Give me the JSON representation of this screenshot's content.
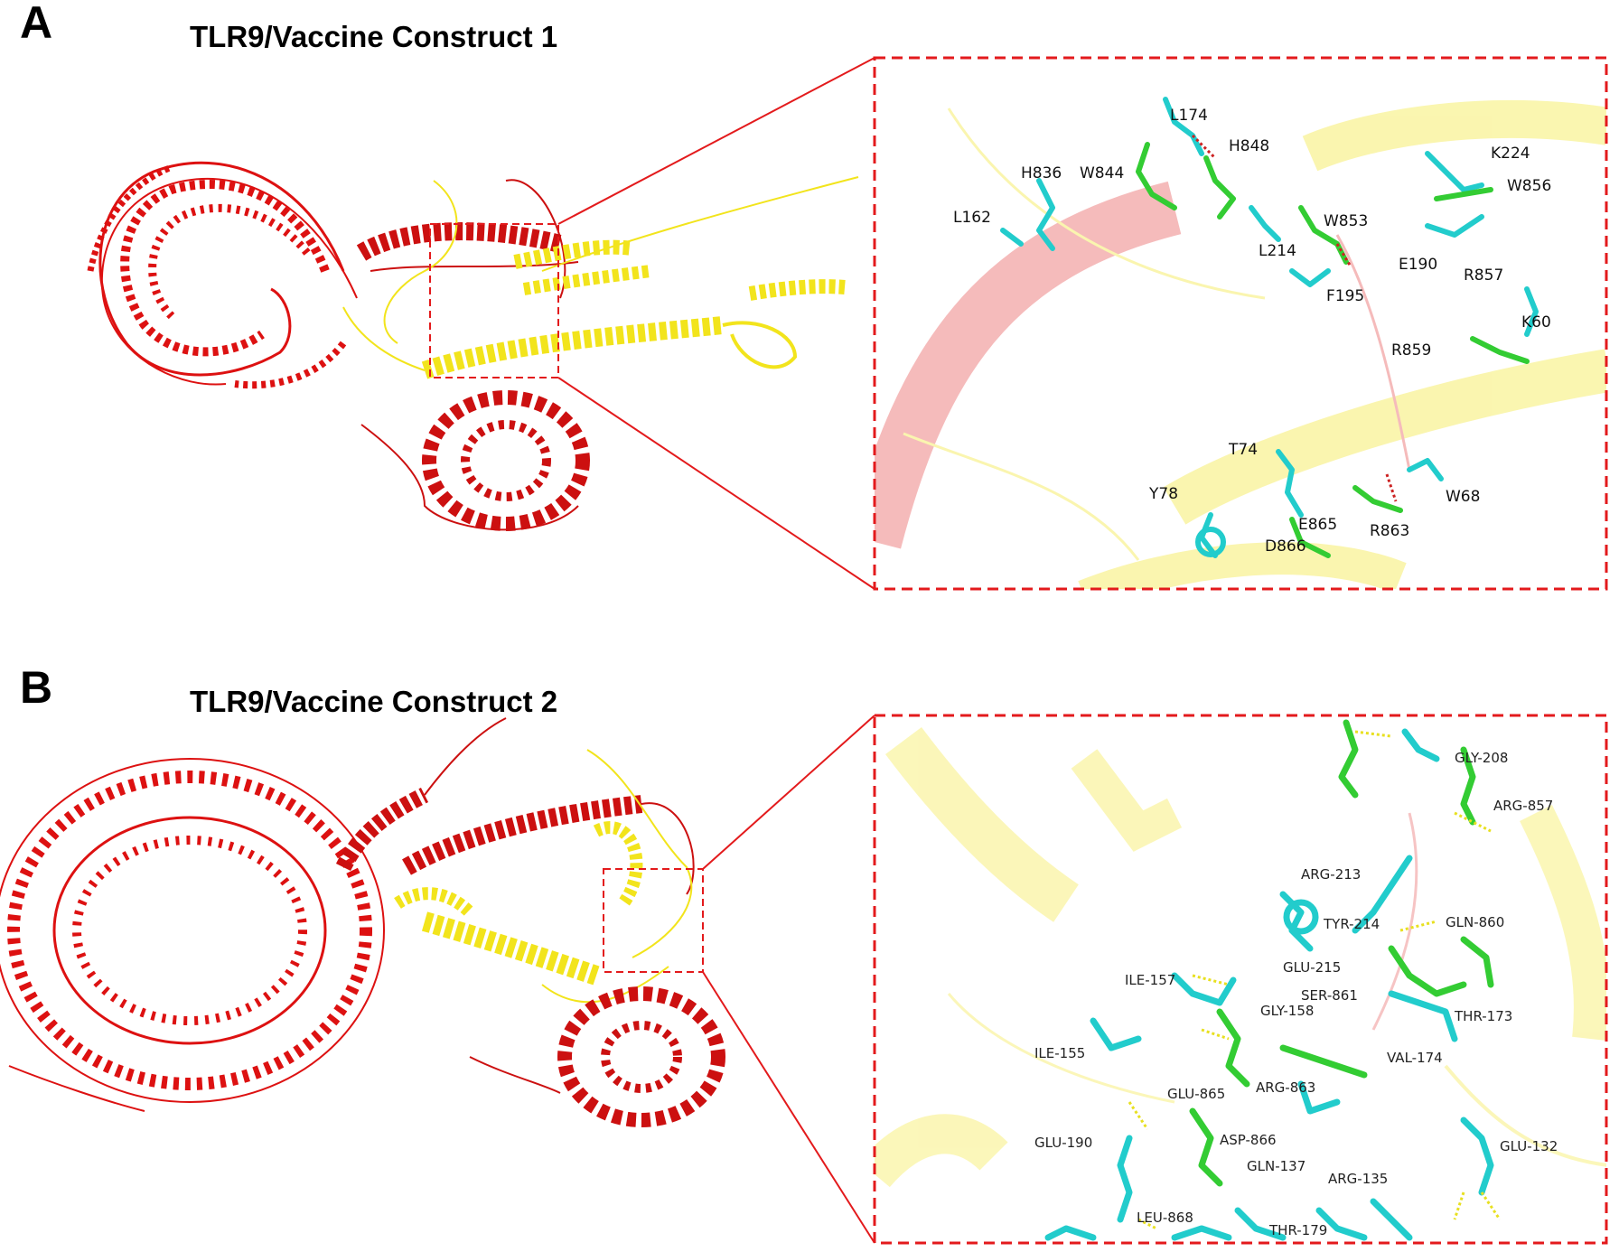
{
  "panels": [
    {
      "letter": "A",
      "title": "TLR9/Vaccine Construct 1",
      "residues": [
        "L174",
        "H848",
        "W844",
        "H836",
        "L162",
        "L214",
        "W853",
        "F195",
        "K224",
        "W856",
        "E190",
        "R857",
        "K60",
        "R859",
        "T74",
        "Y78",
        "E865",
        "D866",
        "R863",
        "W68"
      ]
    },
    {
      "letter": "B",
      "title": "TLR9/Vaccine Construct 2",
      "residues": [
        "GLY-208",
        "ARG-857",
        "ARG-213",
        "TYR-214",
        "GLN-860",
        "GLU-215",
        "SER-861",
        "THR-173",
        "ILE-157",
        "GLY-158",
        "ILE-155",
        "VAL-174",
        "ARG-863",
        "GLU-865",
        "GLU-190",
        "ASP-866",
        "GLN-137",
        "ARG-135",
        "GLU-132",
        "LEU-868",
        "THR-179"
      ]
    }
  ],
  "colors": {
    "tlr9_chain": "#dd1111",
    "vaccine_chain": "#f2e41c",
    "tlr9_residue_carbon": "#33cc33",
    "vaccine_residue_carbon": "#22cccc",
    "zoom_box": "#e31a1c",
    "hbond": "#cc2222"
  }
}
